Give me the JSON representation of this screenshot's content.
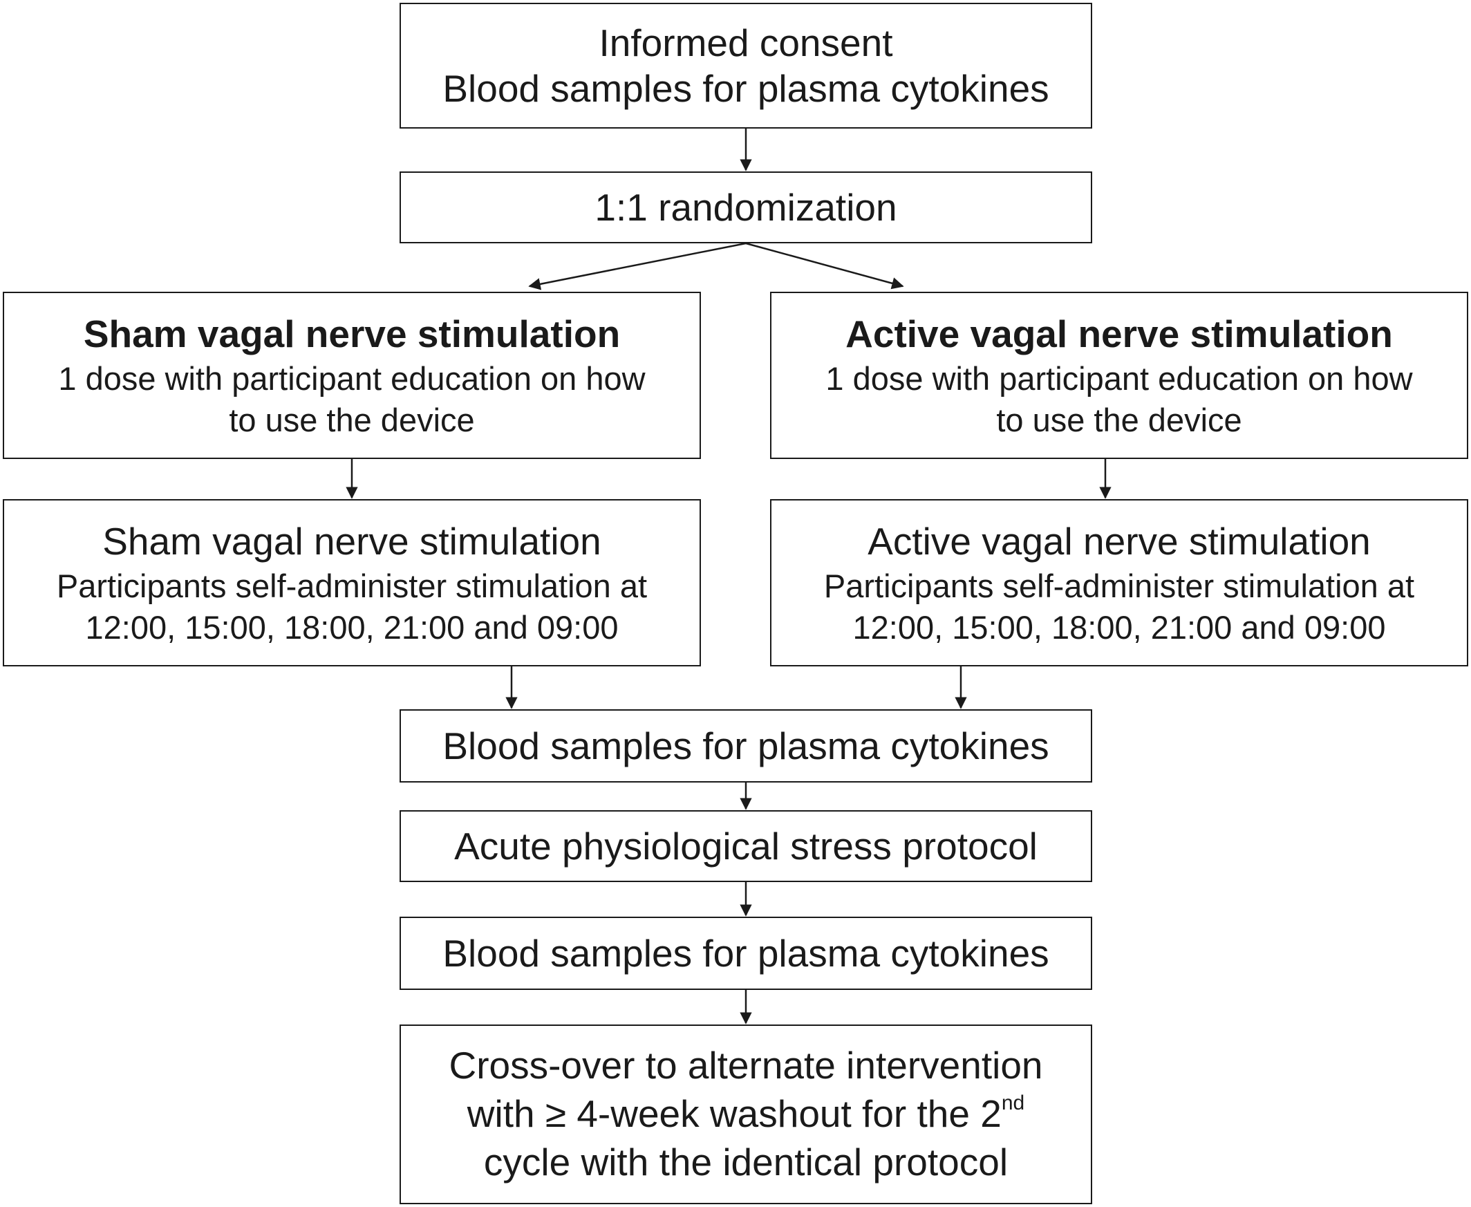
{
  "flow": {
    "consent": {
      "line1": "Informed consent",
      "line2": "Blood samples for plasma cytokines"
    },
    "randomization": "1:1 randomization",
    "sham_intro": {
      "title": "Sham vagal nerve stimulation",
      "line1": "1 dose with participant education on how",
      "line2": "to use the device"
    },
    "active_intro": {
      "title": "Active vagal nerve stimulation",
      "line1": "1 dose with participant education on how",
      "line2": "to use the device"
    },
    "sham_self": {
      "title": "Sham vagal nerve stimulation",
      "line1": "Participants self-administer stimulation at",
      "line2": "12:00, 15:00, 18:00, 21:00 and 09:00"
    },
    "active_self": {
      "title": "Active vagal nerve stimulation",
      "line1": "Participants self-administer stimulation at",
      "line2": "12:00, 15:00, 18:00, 21:00 and 09:00"
    },
    "blood1": "Blood samples for plasma cytokines",
    "stress": "Acute physiological stress protocol",
    "blood2": "Blood samples for plasma cytokines",
    "crossover": {
      "line1": "Cross-over  to alternate intervention",
      "line2_pre": "with ≥ 4-week washout for the 2",
      "line2_sup": "nd",
      "line3": "cycle with the identical protocol"
    }
  }
}
